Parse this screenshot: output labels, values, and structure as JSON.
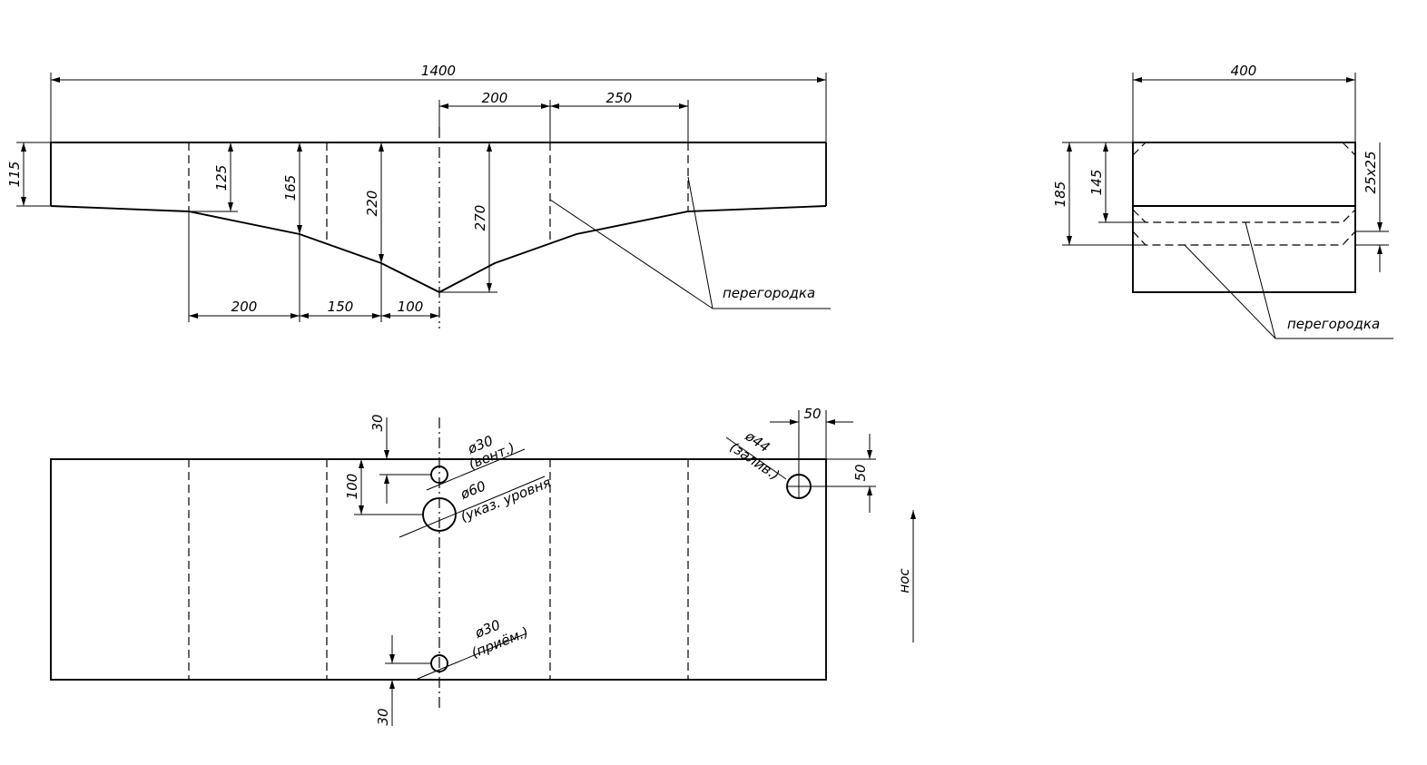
{
  "front_view": {
    "dims": {
      "overall_length": "1400",
      "seg_200_top": "200",
      "seg_250_top": "250",
      "left_height": "115",
      "depth_125": "125",
      "depth_165": "165",
      "depth_220": "220",
      "depth_270": "270",
      "seg_200_bottom": "200",
      "seg_150_bottom": "150",
      "seg_100_bottom": "100"
    },
    "leader_label": "перегородка"
  },
  "side_view": {
    "dims": {
      "width": "400",
      "height_185": "185",
      "height_145": "145",
      "fillet": "25x25"
    },
    "leader_label": "перегородка"
  },
  "top_view": {
    "dims": {
      "top_offset_30": "30",
      "offset_100": "100",
      "bottom_offset_30": "30",
      "right_offset_50_h": "50",
      "right_offset_50_v": "50"
    },
    "holes": {
      "vent_diameter": "ø30",
      "vent_name": "(вент.)",
      "level_diameter": "ø60",
      "level_name": "(указ. уровня",
      "intake_diameter": "ø30",
      "intake_name": "(приём.)",
      "filler_diameter": "ø44",
      "filler_name": "(залив.)"
    },
    "direction_label": "нос"
  }
}
